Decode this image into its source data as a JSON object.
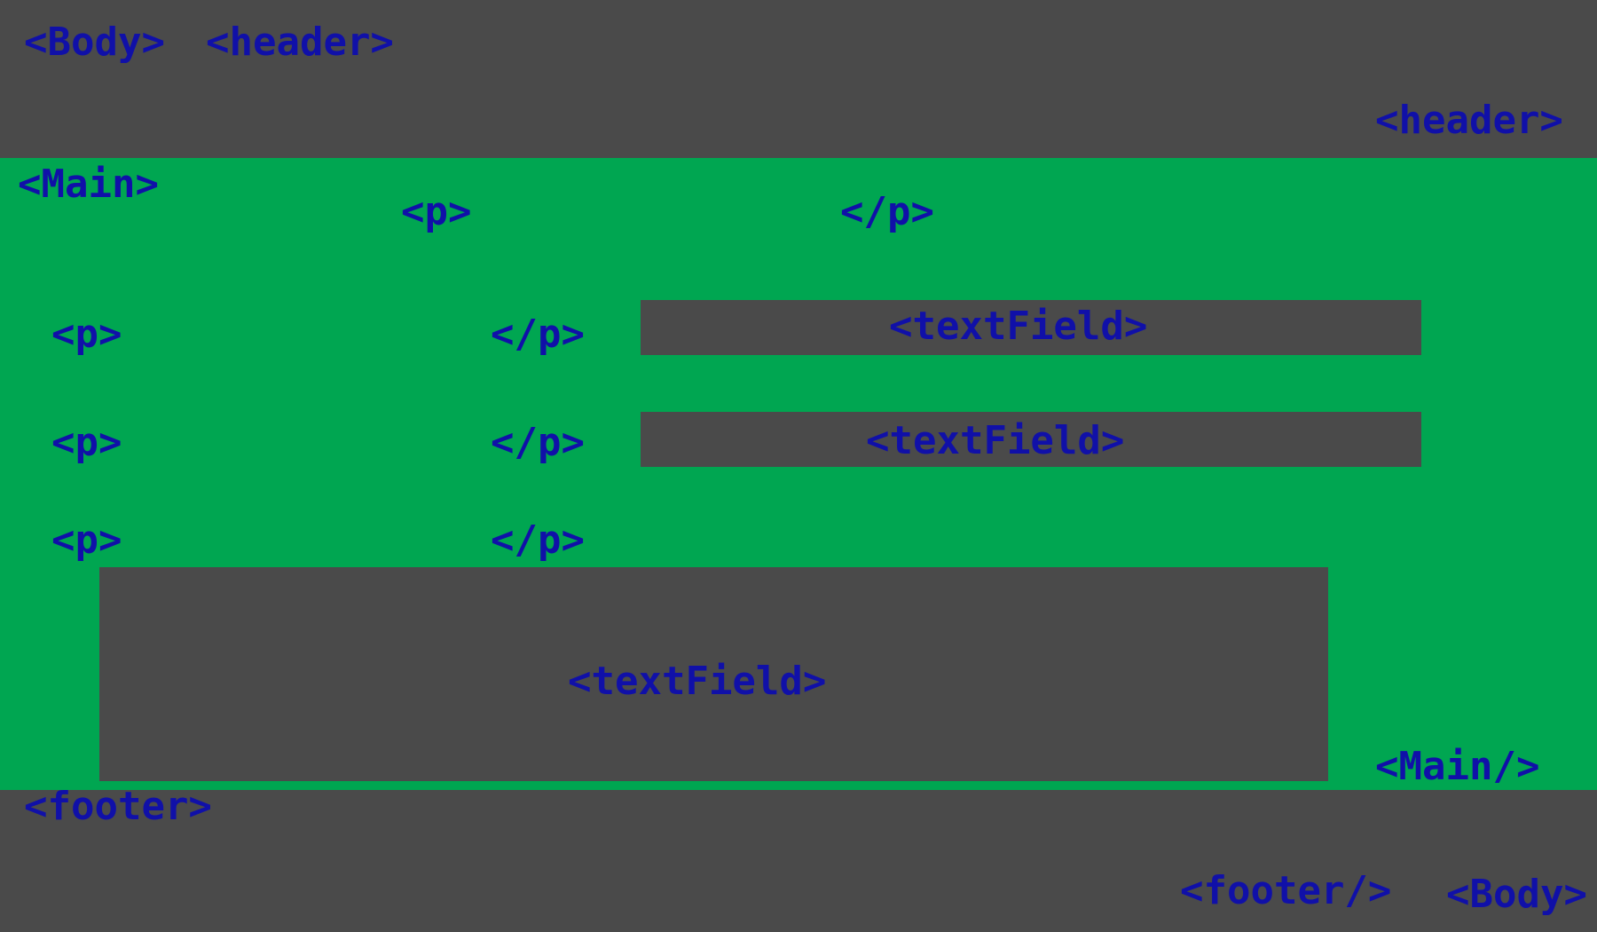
{
  "colors": {
    "header_bg": "#4a4a4a",
    "main_bg": "#00a651",
    "footer_bg": "#4a4a4a",
    "field_bg": "#4a4a4a",
    "tag_text": "#1010a8"
  },
  "body": {
    "open_tag": "<Body>",
    "close_tag": "<Body>"
  },
  "header": {
    "open_tag": "<header>",
    "close_tag": "<header>"
  },
  "main": {
    "open_tag": "<Main>",
    "close_tag": "<Main/>",
    "title_row": {
      "open_tag": "<p>",
      "close_tag": "</p>"
    },
    "rows": [
      {
        "open_tag": "<p>",
        "close_tag": "</p>",
        "field_label": "<textField>"
      },
      {
        "open_tag": "<p>",
        "close_tag": "</p>",
        "field_label": "<textField>"
      },
      {
        "open_tag": "<p>",
        "close_tag": "</p>",
        "field_label": "<textField>"
      }
    ]
  },
  "footer": {
    "open_tag": "<footer>",
    "close_tag": "<footer/>"
  }
}
